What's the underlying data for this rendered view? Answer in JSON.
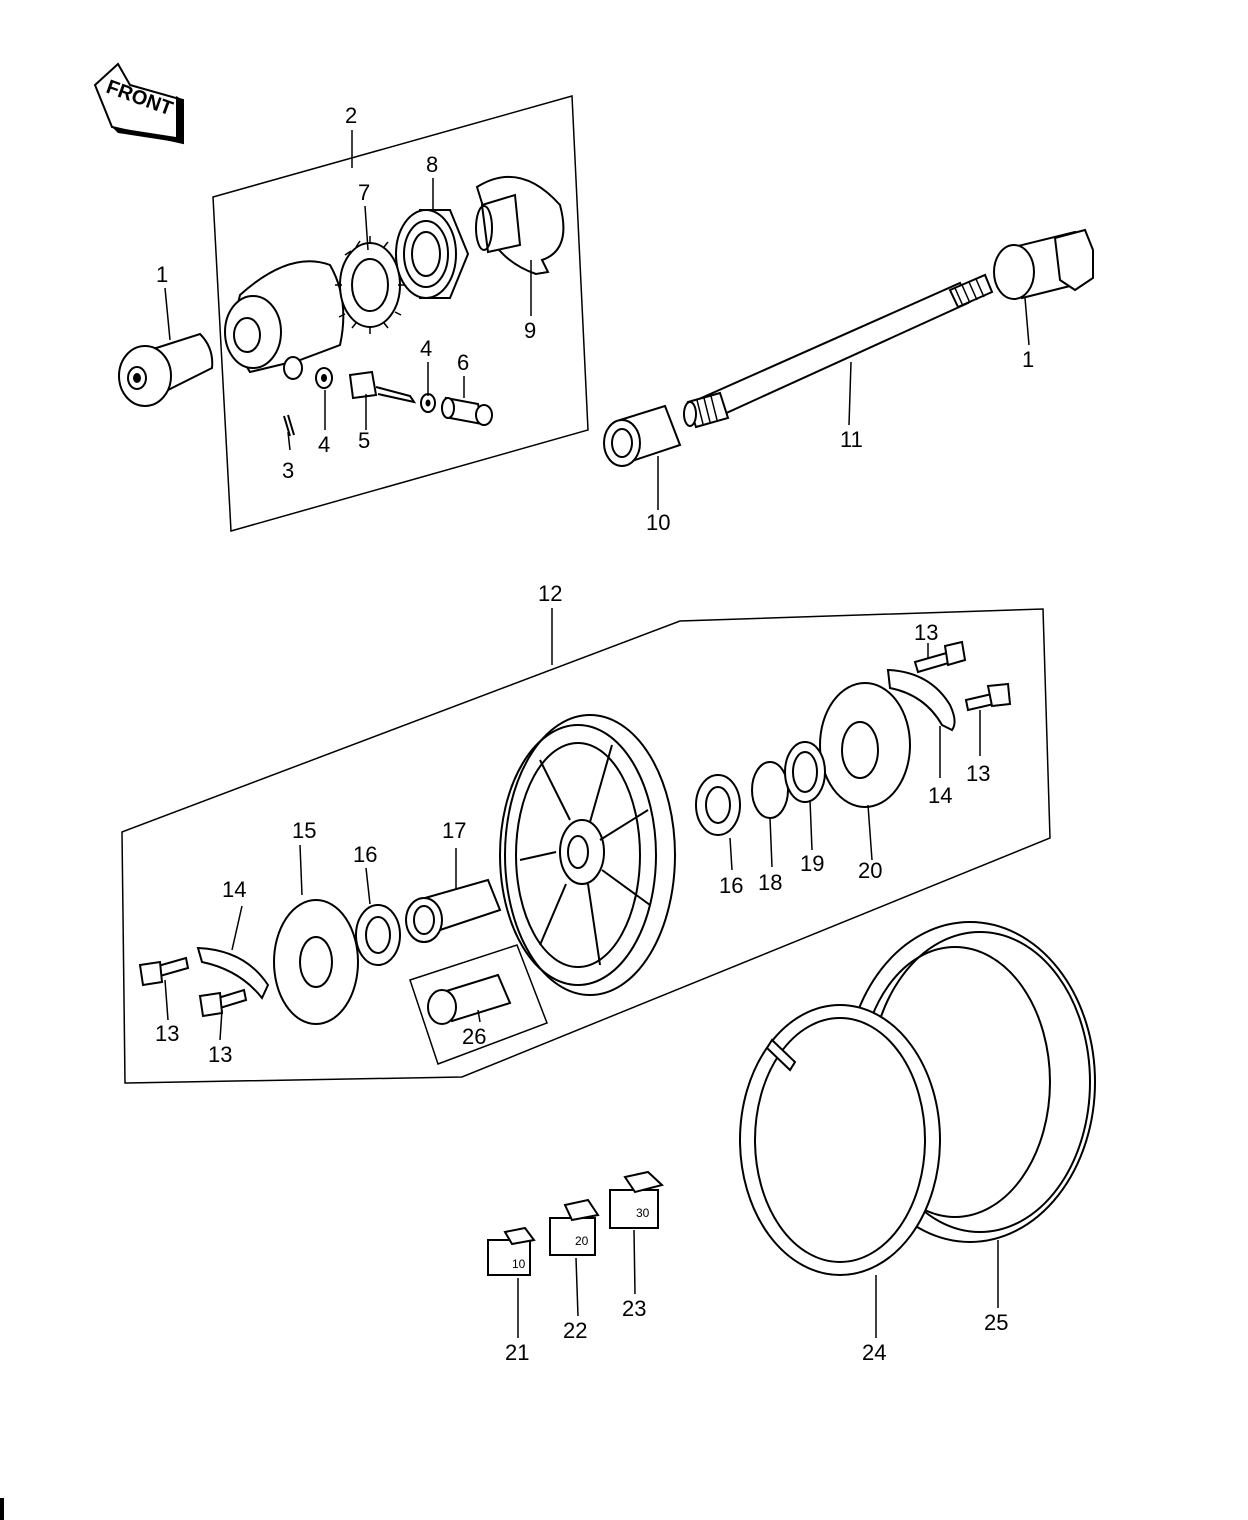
{
  "front_label": "FRONT",
  "callouts": [
    {
      "id": "c1a",
      "label": "1"
    },
    {
      "id": "c1b",
      "label": "1"
    },
    {
      "id": "c2",
      "label": "2"
    },
    {
      "id": "c3",
      "label": "3"
    },
    {
      "id": "c4a",
      "label": "4"
    },
    {
      "id": "c4b",
      "label": "4"
    },
    {
      "id": "c5",
      "label": "5"
    },
    {
      "id": "c6",
      "label": "6"
    },
    {
      "id": "c7",
      "label": "7"
    },
    {
      "id": "c8",
      "label": "8"
    },
    {
      "id": "c9",
      "label": "9"
    },
    {
      "id": "c10",
      "label": "10"
    },
    {
      "id": "c11",
      "label": "11"
    },
    {
      "id": "c12",
      "label": "12"
    },
    {
      "id": "c13a",
      "label": "13"
    },
    {
      "id": "c13b",
      "label": "13"
    },
    {
      "id": "c13c",
      "label": "13"
    },
    {
      "id": "c13d",
      "label": "13"
    },
    {
      "id": "c14a",
      "label": "14"
    },
    {
      "id": "c14b",
      "label": "14"
    },
    {
      "id": "c15",
      "label": "15"
    },
    {
      "id": "c16a",
      "label": "16"
    },
    {
      "id": "c16b",
      "label": "16"
    },
    {
      "id": "c17",
      "label": "17"
    },
    {
      "id": "c18",
      "label": "18"
    },
    {
      "id": "c19",
      "label": "19"
    },
    {
      "id": "c20",
      "label": "20"
    },
    {
      "id": "c21",
      "label": "21"
    },
    {
      "id": "c22",
      "label": "22"
    },
    {
      "id": "c23",
      "label": "23"
    },
    {
      "id": "c24",
      "label": "24"
    },
    {
      "id": "c25",
      "label": "25"
    },
    {
      "id": "c26",
      "label": "26"
    }
  ],
  "pad_markings": [
    "10",
    "20",
    "30"
  ]
}
